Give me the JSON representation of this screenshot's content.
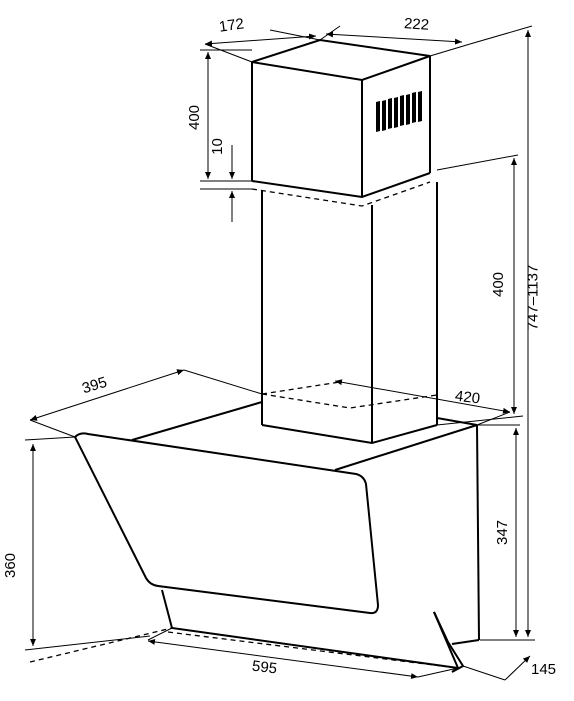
{
  "dimensions": {
    "chimney_depth": "172",
    "chimney_width": "222",
    "chimney_upper_height": "400",
    "overlap": "10",
    "chimney_lower_height": "400",
    "total_height": "747–1137",
    "hood_depth": "395",
    "hood_top_width": "420",
    "glass_height": "360",
    "body_height": "347",
    "base_width": "595",
    "base_depth": "145"
  },
  "colors": {
    "line": "#000000",
    "background": "#ffffff"
  }
}
